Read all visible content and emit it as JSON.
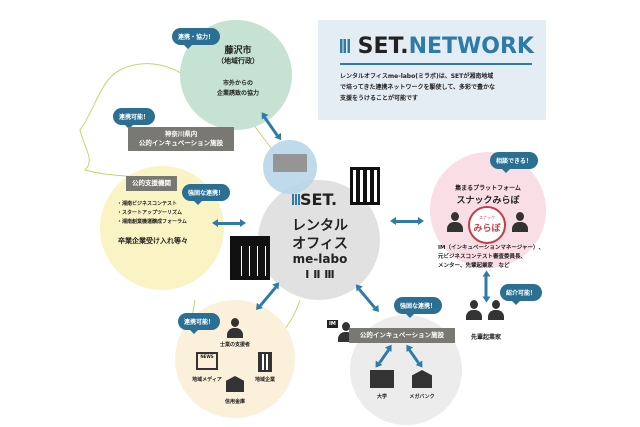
{
  "header": {
    "logo_set": "SET.",
    "logo_network": "NETWORK",
    "description": [
      "レンタルオフィスme-labo(ミラボ)は、SETが湘南地域",
      "で培ってきた連携ネットワークを駆使して、多彩で豊かな",
      "支援をうけることが可能です"
    ]
  },
  "center": {
    "logo": "SET.",
    "line1": "レンタル",
    "line2": "オフィス",
    "line3": "me-labo",
    "line4": "Ⅰ Ⅱ Ⅲ"
  },
  "fujisawa": {
    "bubble": "連携・協力！",
    "title": "藤沢市",
    "subtitle": "（地域行政）",
    "desc1": "市外からの",
    "desc2": "企業誘致の協力"
  },
  "kanagawa": {
    "bubble": "連携可能！",
    "line1": "神奈川県内",
    "line2": "公的インキュベーション施設"
  },
  "public_support": {
    "label": "公的支援機関",
    "bubble": "強固な連携！",
    "items": [
      "・湘南ビジネスコンテスト",
      "・スタートアップツーリズム",
      "・湘南創業機運醸成フォーラム"
    ],
    "footer": "卒業企業受け入れ等々"
  },
  "snack": {
    "bubble": "相談できる！",
    "subtitle": "集まるプラットフォーム",
    "title": "スナックみらぼ",
    "stamp": "みらぼ",
    "stamp_small": "スナック",
    "desc": [
      "IM（インキュベーションマネージャー）、",
      "元ビジネスコンテスト審査委員長、",
      "メンター、先輩起業家　など"
    ],
    "intro_bubble": "紹介可能！",
    "senior_label": "先輩起業家"
  },
  "local": {
    "bubble": "連携可能！",
    "supporter": "士業の支援者",
    "media": "地域メディア",
    "news": "NEWS",
    "company": "地域企業",
    "bank": "信用金庫"
  },
  "incubation": {
    "bubble": "強固な連携！",
    "im": "IM",
    "label": "公的インキュベーション施設",
    "university": "大学",
    "megabank": "メガバンク"
  },
  "colors": {
    "accent": "#2c7ba8",
    "green": "#c6e2d2",
    "yellow": "#faf3c4",
    "pink": "#f9dee6",
    "gray": "#e2e2e2",
    "cream": "#fbf0da"
  }
}
